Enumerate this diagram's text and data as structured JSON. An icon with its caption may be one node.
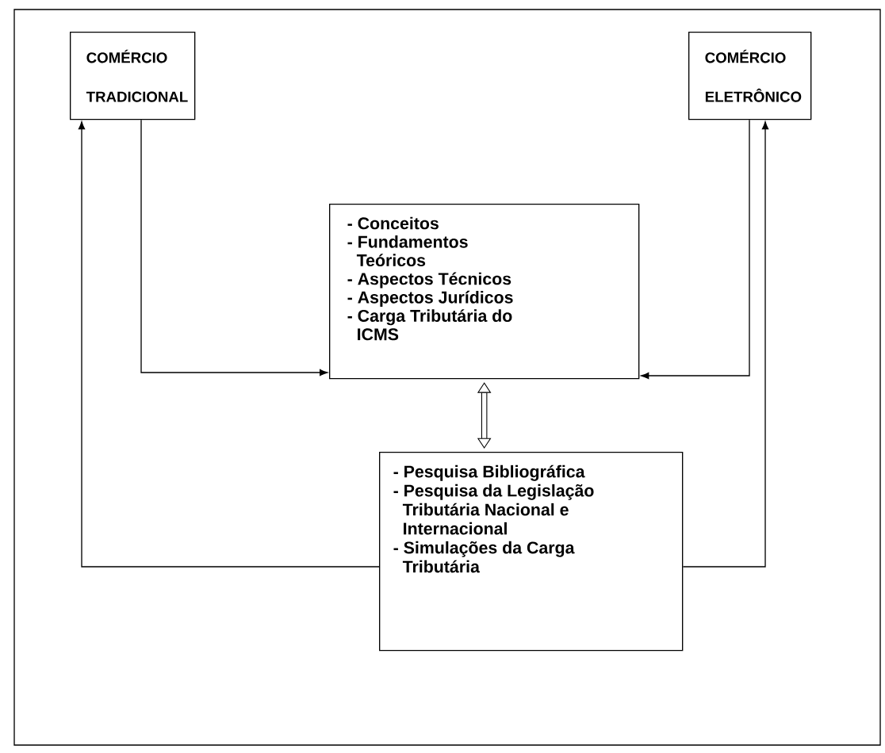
{
  "diagram": {
    "nodes": [
      {
        "text": [
          "COMÉRCIO TRADICIONAL"
        ]
      },
      {
        "text": [
          "COMÉRCIO ELETRÔNICO"
        ]
      },
      {
        "text": [
          "- Conceitos",
          "- Fundamentos Teóricos",
          "- Aspectos Técnicos",
          "- Aspectos Jurídicos",
          "- Carga Tributária do ICMS"
        ]
      },
      {
        "text": [
          "- Pesquisa Bibliográfica",
          "- Pesquisa da Legislação Tributária Nacional e Internacional",
          "- Simulações da Carga Tributária"
        ]
      }
    ],
    "edges": [
      {
        "from": 0,
        "to": 2,
        "arrow": "to"
      },
      {
        "from": 1,
        "to": 2,
        "arrow": "to"
      },
      {
        "from": 2,
        "to": 3,
        "arrow": "both",
        "style": "thick"
      },
      {
        "from": 3,
        "to": 0,
        "arrow": "to"
      },
      {
        "from": 3,
        "to": 1,
        "arrow": "to"
      }
    ]
  }
}
